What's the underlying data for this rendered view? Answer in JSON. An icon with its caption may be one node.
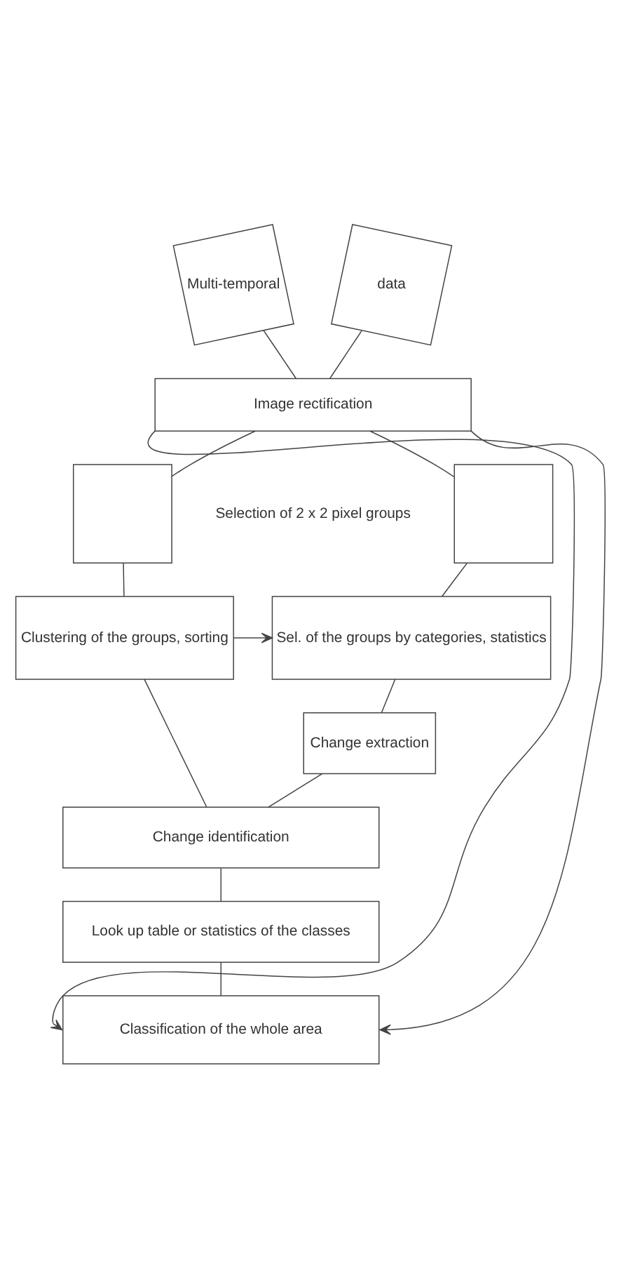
{
  "diagram": {
    "nodes": [
      {
        "text": [
          "Multi-temporal"
        ]
      },
      {
        "text": [
          "data"
        ]
      },
      {
        "text": [
          "Image rectification"
        ]
      },
      {
        "text": [],
        "shape": "box"
      },
      {
        "text": [],
        "shape": "box"
      },
      {
        "text": [
          "Clustering of the groups, sorting"
        ]
      },
      {
        "text": [
          "Sel. of the groups by categories, statistics"
        ]
      },
      {
        "text": [
          "Change extraction"
        ]
      },
      {
        "text": [
          "Change identification"
        ]
      },
      {
        "text": [
          "Look up table or statistics of the classes"
        ]
      },
      {
        "text": [
          "Classification of the whole area"
        ]
      }
    ],
    "edges": [
      {
        "from": 0,
        "to": 2,
        "arrow": "none"
      },
      {
        "from": 1,
        "to": 2,
        "arrow": "none"
      },
      {
        "from": 2,
        "to": 3,
        "arrow": "none"
      },
      {
        "from": 2,
        "to": 4,
        "arrow": "none"
      },
      {
        "from": 3,
        "to": 5,
        "arrow": "none"
      },
      {
        "from": 4,
        "to": 6,
        "arrow": "none"
      },
      {
        "from": 5,
        "to": 6,
        "arrow": "to"
      },
      {
        "from": 6,
        "to": 7,
        "arrow": "none"
      },
      {
        "from": 5,
        "to": 8,
        "arrow": "none"
      },
      {
        "from": 7,
        "to": 8,
        "arrow": "none"
      },
      {
        "from": 8,
        "to": 9,
        "arrow": "none"
      },
      {
        "from": 9,
        "to": 10,
        "arrow": "none"
      },
      {
        "from": 2,
        "to": 10,
        "arrow": "to"
      },
      {
        "from": 2,
        "to": 10,
        "arrow": "to"
      }
    ],
    "labels": [
      "Selection of 2 x 2 pixel groups"
    ]
  }
}
